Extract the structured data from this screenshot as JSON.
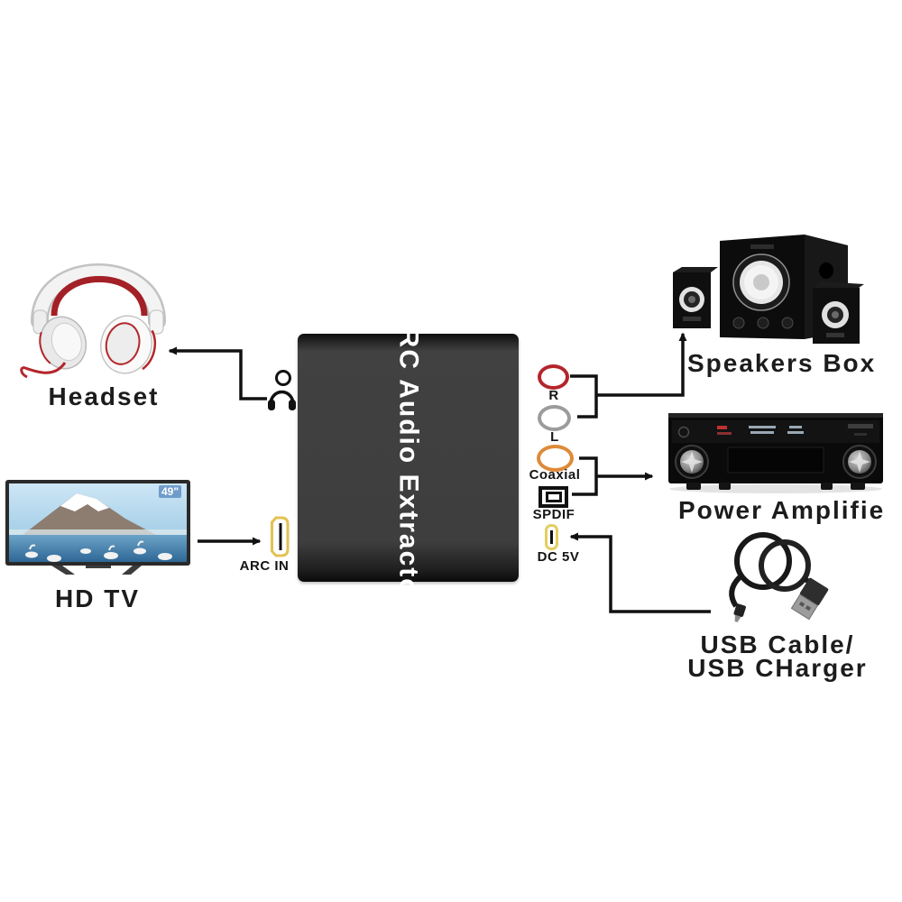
{
  "device": {
    "title": "ARC Audio Extractor"
  },
  "sources": {
    "headset": {
      "label": "Headset"
    },
    "tv": {
      "label": "HD TV",
      "screen_badge": "49\""
    }
  },
  "ports": {
    "headphone_out": {
      "icon": "person-with-headphones"
    },
    "arc_in": {
      "label": "ARC IN",
      "icon": "hdmi-port",
      "ring_color": "#e2c253"
    },
    "rca_r": {
      "label": "R",
      "icon": "rca-jack",
      "ring_color": "#b3262c"
    },
    "rca_l": {
      "label": "L",
      "icon": "rca-jack",
      "ring_color": "#9c9c9c"
    },
    "coaxial": {
      "label": "Coaxial",
      "icon": "rca-jack",
      "ring_color": "#de8a39"
    },
    "spdif": {
      "label": "SPDIF",
      "icon": "optical-port"
    },
    "dc_5v": {
      "label": "DC 5V",
      "icon": "dc-port",
      "ring_color": "#e3cf5e"
    }
  },
  "sinks": {
    "speakers": {
      "label": "Speakers Box"
    },
    "amplifier": {
      "label": "Power Amplifie"
    },
    "usb": {
      "line1": "USB Cable/",
      "line2": "USB CHarger"
    }
  },
  "colors": {
    "canvas_bg": "#ffffff",
    "box_bg": "#3e3e3e",
    "box_text": "#ffffff",
    "connector_line": "#111111",
    "headset_accent": "#a32026"
  }
}
